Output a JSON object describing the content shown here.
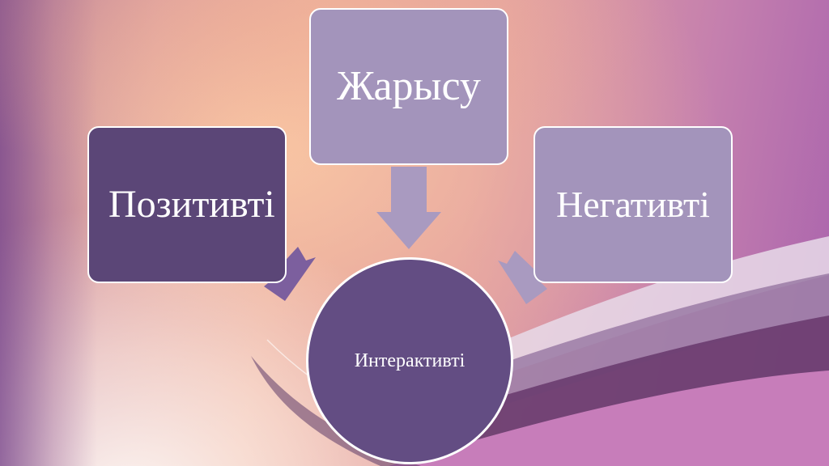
{
  "diagram": {
    "top": {
      "label": "Жарысу"
    },
    "left": {
      "label": "Позитивті"
    },
    "right": {
      "label": "Негативті"
    },
    "center": {
      "label": "Интерактивті"
    }
  },
  "colors": {
    "dark_box": "#5b4677",
    "light_box": "#a394bb",
    "circle": "#634d83",
    "arrow_dark": "#7c5f9e",
    "arrow_light": "#a99ac0"
  }
}
